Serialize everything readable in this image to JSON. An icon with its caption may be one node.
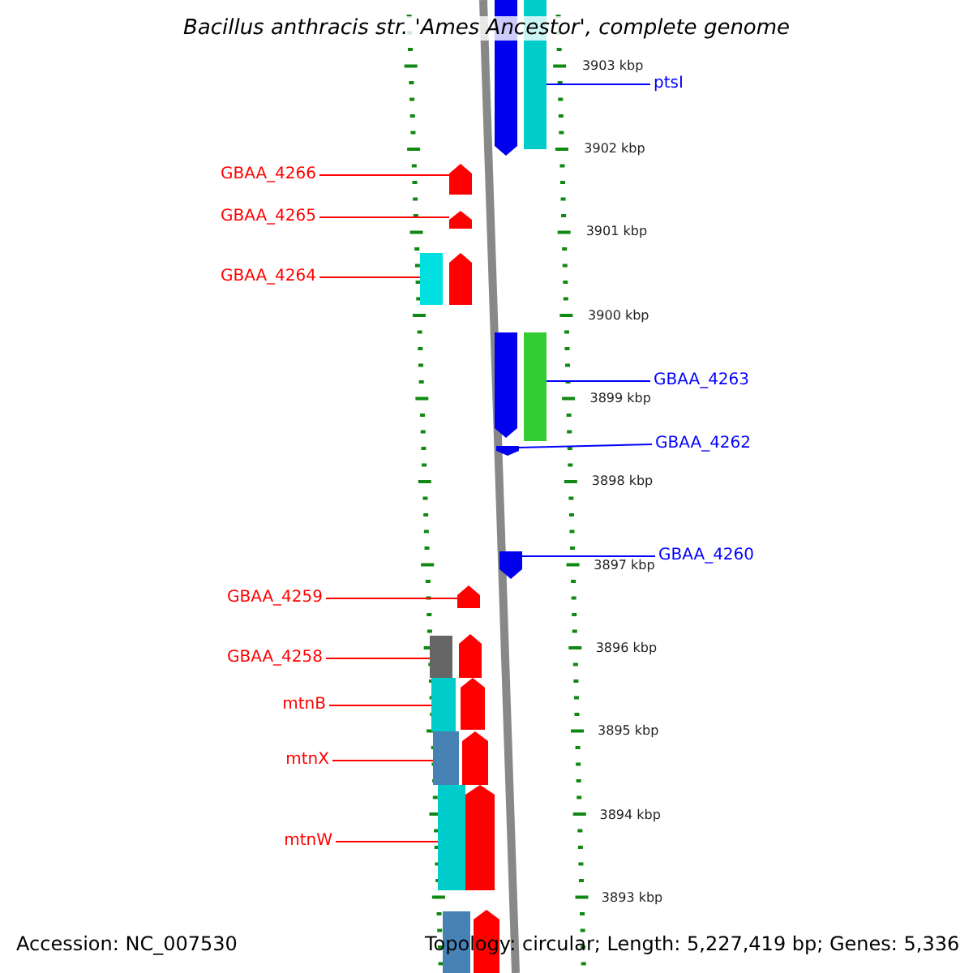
{
  "diagram": {
    "title": "Bacillus anthracis str. 'Ames Ancestor', complete genome",
    "nodes": [
      {
        "text": [
          "ptsI"
        ]
      },
      {
        "text": [
          "GBAA_4266"
        ]
      },
      {
        "text": [
          "GBAA_4265"
        ]
      },
      {
        "text": [
          "GBAA_4264"
        ]
      },
      {
        "text": [
          "GBAA_4263"
        ]
      },
      {
        "text": [
          "GBAA_4262"
        ]
      },
      {
        "text": [
          "GBAA_4260"
        ]
      },
      {
        "text": [
          "GBAA_4259"
        ]
      },
      {
        "text": [
          "GBAA_4258"
        ]
      },
      {
        "text": [
          "mtnB"
        ]
      },
      {
        "text": [
          "mtnX"
        ]
      },
      {
        "text": [
          "mtnW"
        ]
      },
      {
        "text": [],
        "shape": "bar"
      },
      {
        "text": [],
        "shape": "arrow"
      },
      {
        "text": [],
        "shape": "arrow"
      },
      {
        "text": [],
        "shape": "bar"
      },
      {
        "text": [],
        "shape": "bar"
      },
      {
        "text": [],
        "shape": "arrow"
      },
      {
        "text": [],
        "shape": "arrow"
      },
      {
        "text": [],
        "shape": "arrow"
      },
      {
        "text": [],
        "shape": "bar"
      },
      {
        "text": [],
        "shape": "bar"
      },
      {
        "text": [],
        "shape": "bar"
      },
      {
        "text": [],
        "shape": "bar"
      },
      {
        "text": [],
        "shape": "arrow"
      },
      {
        "text": [],
        "shape": "arrow"
      },
      {
        "text": [],
        "shape": "arrow"
      },
      {
        "text": [],
        "shape": "arrow"
      },
      {
        "text": [],
        "shape": "arrow"
      },
      {
        "text": [],
        "shape": "arrow"
      },
      {
        "text": [],
        "shape": "arrow"
      },
      {
        "text": [],
        "shape": "bar"
      },
      {
        "text": [],
        "shape": "arrow"
      }
    ],
    "edges": [
      {
        "from": 0,
        "to": 12,
        "arrow": "none",
        "color": "#0000ff"
      },
      {
        "from": 1,
        "to": 13,
        "arrow": "none"
      },
      {
        "from": 2,
        "to": 14,
        "arrow": "none"
      },
      {
        "from": 3,
        "to": 15,
        "arrow": "none"
      },
      {
        "from": 4,
        "to": 16,
        "arrow": "none",
        "color": "#0000ff"
      },
      {
        "from": 5,
        "to": 17,
        "arrow": "none",
        "color": "#0000ff"
      },
      {
        "from": 6,
        "to": 18,
        "arrow": "none",
        "color": "#0000ff"
      },
      {
        "from": 7,
        "to": 19,
        "arrow": "none"
      },
      {
        "from": 8,
        "to": 20,
        "arrow": "none"
      },
      {
        "from": 9,
        "to": 21,
        "arrow": "none"
      },
      {
        "from": 10,
        "to": 22,
        "arrow": "none"
      },
      {
        "from": 11,
        "to": 23,
        "arrow": "none"
      }
    ],
    "labels": [
      "3903 kbp",
      "3902 kbp",
      "3901 kbp",
      "3900 kbp",
      "3899 kbp",
      "3898 kbp",
      "3897 kbp",
      "3896 kbp",
      "3895 kbp",
      "3894 kbp",
      "3893 kbp",
      "Accession: NC_007530",
      "Topology: circular; Length: 5,227,419 bp; Genes: 5,336"
    ]
  }
}
